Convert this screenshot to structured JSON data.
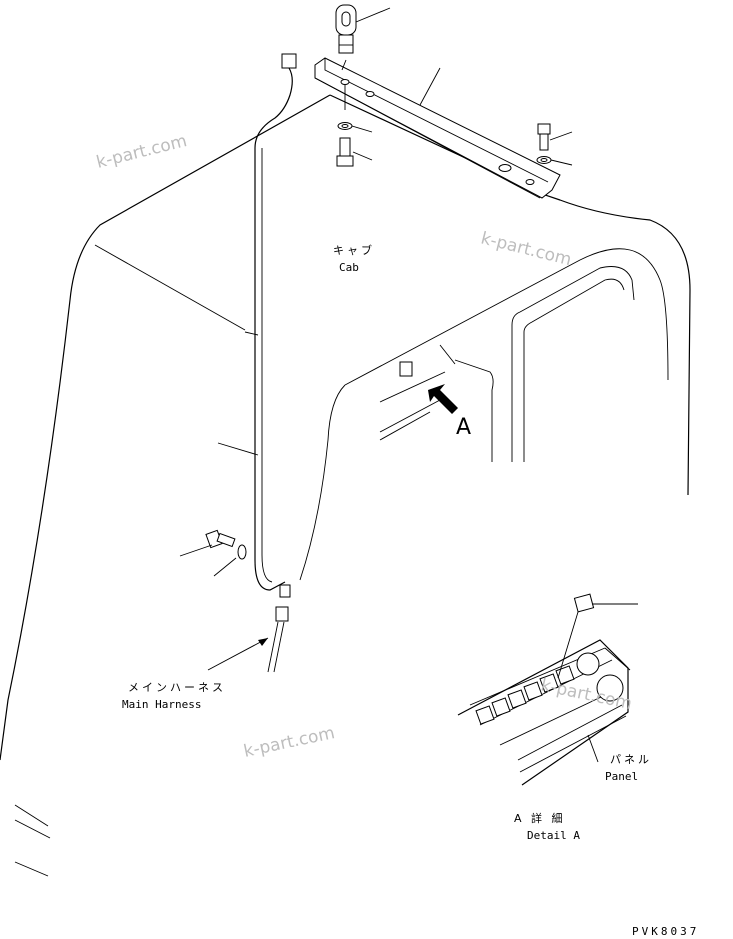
{
  "labels": {
    "cab_jp": "キャブ",
    "cab_en": "Cab",
    "harness_jp": "メインハーネス",
    "harness_en": "Main Harness",
    "panel_jp": "パネル",
    "panel_en": "Panel",
    "detail_jp": "A 詳 細",
    "detail_en": "Detail A",
    "view_marker": "A"
  },
  "watermark": "k-part.com",
  "drawing_code": "PVK8037"
}
